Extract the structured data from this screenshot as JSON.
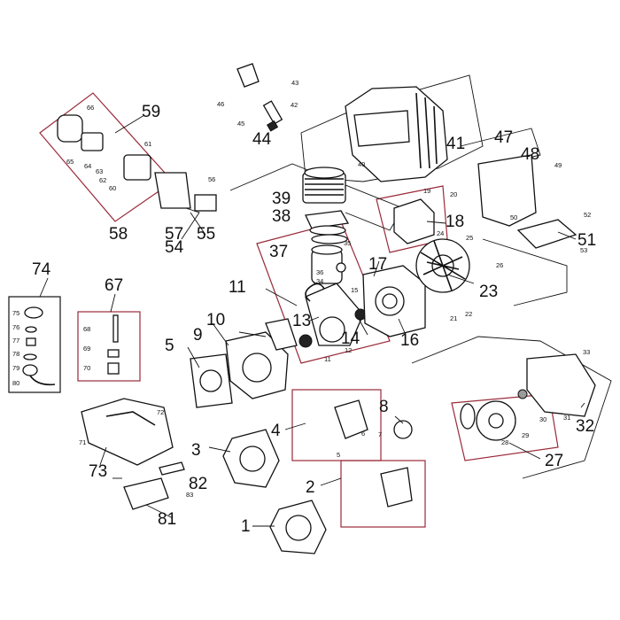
{
  "big_labels": [
    "1",
    "2",
    "3",
    "4",
    "5",
    "8",
    "9",
    "10",
    "11",
    "13",
    "14",
    "16",
    "17",
    "18",
    "23",
    "27",
    "32",
    "37",
    "38",
    "39",
    "41",
    "44",
    "47",
    "48",
    "51",
    "54",
    "55",
    "57",
    "58",
    "59",
    "67",
    "73",
    "74",
    "81",
    "82"
  ],
  "small_labels": [
    "5",
    "6",
    "7",
    "11",
    "12",
    "15",
    "19",
    "20",
    "21",
    "22",
    "24",
    "25",
    "26",
    "28",
    "29",
    "30",
    "31",
    "33",
    "34",
    "35",
    "36",
    "40",
    "42",
    "43",
    "45",
    "46",
    "49",
    "50",
    "52",
    "53",
    "56",
    "60",
    "61",
    "62",
    "63",
    "64",
    "65",
    "66",
    "68",
    "69",
    "70",
    "71",
    "72",
    "75",
    "76",
    "77",
    "78",
    "79",
    "80",
    "83"
  ]
}
